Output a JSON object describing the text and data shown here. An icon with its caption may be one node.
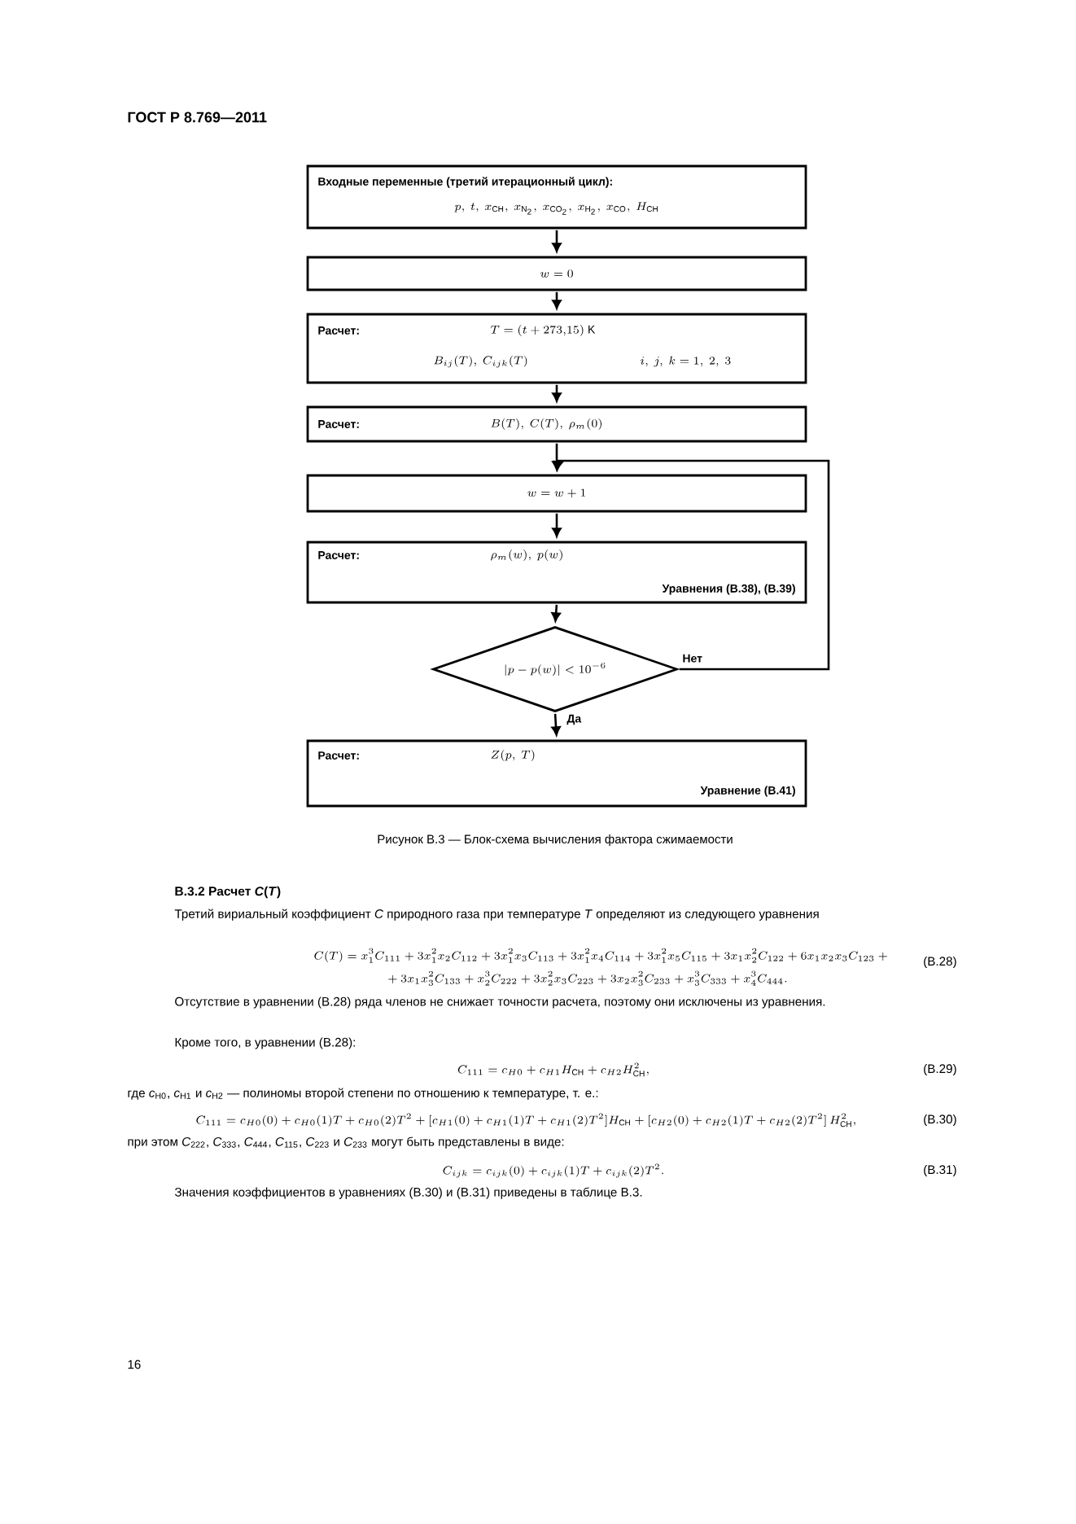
{
  "diagram": {
    "caption": "Рисунок В.3 — Блок-схема вычисления фактора сжимаемости",
    "nodes": [
      {
        "text": [
          "Входные переменные (третий итерационный цикл):",
          "p,\\ t,\\ x_{\\mathrm{CH}},\\ x_{\\mathrm{N_2}},\\ x_{\\mathrm{CO_2}},\\ x_{\\mathrm{H_2}},\\ x_{\\mathrm{CO}},\\ H_{\\mathrm{CH}}"
        ]
      },
      {
        "text": [
          "w = 0"
        ]
      },
      {
        "text": [
          "Расчет:",
          "T = (t + 273{,}15)\\ \\mathrm{K}",
          "B_{ij}(T),\\ C_{ijk}(T)",
          "i,\\ j,\\ k = 1,\\ 2,\\ 3"
        ]
      },
      {
        "text": [
          "Расчет:",
          "B(T),\\ C(T),\\ \\rho_{m}(0)"
        ]
      },
      {
        "text": [
          "w = w + 1"
        ]
      },
      {
        "text": [
          "Расчет:",
          "\\rho_{m}(w),\\ p(w)",
          "Уравнения (В.38), (В.39)"
        ]
      },
      {
        "text": [
          "|p - p(w)| < 10^{-6}"
        ]
      },
      {
        "text": [
          "Расчет:",
          "Z(p,\\ T)",
          "Уравнение (В.41)"
        ]
      }
    ],
    "edges": [
      {
        "from": 0,
        "to": 1,
        "arrow": "to"
      },
      {
        "from": 1,
        "to": 2,
        "arrow": "to"
      },
      {
        "from": 2,
        "to": 3,
        "arrow": "to"
      },
      {
        "from": 3,
        "to": 4,
        "arrow": "to"
      },
      {
        "from": 4,
        "to": 5,
        "arrow": "to"
      },
      {
        "from": 5,
        "to": 6,
        "arrow": "to"
      },
      {
        "from": 6,
        "to": 7,
        "arrow": "to",
        "label": "Да"
      },
      {
        "from": 6,
        "to": 4,
        "arrow": "to",
        "label": "Нет"
      }
    ],
    "labels": [
      "ГОСТ Р 8.769—2011",
      "В.3.2 Расчет *C*(*T*)",
      "Третий вириальный коэффициент *C* природного газа при температуре *T* определяют из следующего уравнения",
      "\\begin{aligned}C(T)={}&x_1^3C_{111}+3x_1^2x_2C_{112}+3x_1^2x_3C_{113}+3x_1^2x_4C_{114}+3x_1^2x_5C_{115}+3x_1x_2^2C_{122}+6x_1x_2x_3C_{123}+{}\\\\&\\qquad+3x_1x_3^2C_{133}+x_2^3C_{222}+3x_2^2x_3C_{223}+3x_2x_3^2C_{233}+x_3^3C_{333}+x_4^3C_{444}.\\end{aligned}",
      "(В.28)",
      "Отсутствие в уравнении (В.28) ряда членов не снижает точности расчета, поэтому они исключены из уравнения.",
      "Кроме того, в уравнении (В.28):",
      "C_{111} = c_{H0} + c_{H1}H_{\\mathrm{CH}} + c_{H2}H_{\\mathrm{CH}}^2,",
      "(В.29)",
      "где *c*$_{H0}$, *c*$_{H1}$ и *c*$_{H2}$ — полиномы второй степени по отношению к температуре, т. е.:",
      "C_{111} = c_{H0}(0) + c_{H0}(1)T + c_{H0}(2)T^2 + [c_{H1}(0) + c_{H1}(1)T + c_{H1}(2)T^2]H_{\\mathrm{CH}} + [c_{H2}(0) + c_{H2}(1)T + c_{H2}(2)T^2]\\,H_{\\mathrm{CH}}^2,",
      "(В.30)",
      "при этом *C*$_{222}$, *C*$_{333}$, *C*$_{444}$, *C*$_{115}$, *C*$_{223}$ и *C*$_{233}$ могут быть представлены в виде:",
      "C_{ijk} = c_{ijk}(0) + c_{ijk}(1)T + c_{ijk}(2)T^2.",
      "(В.31)",
      "Значения коэффициентов в уравнениях (В.30) и (В.31) приведены в таблице В.3.",
      "16"
    ]
  }
}
